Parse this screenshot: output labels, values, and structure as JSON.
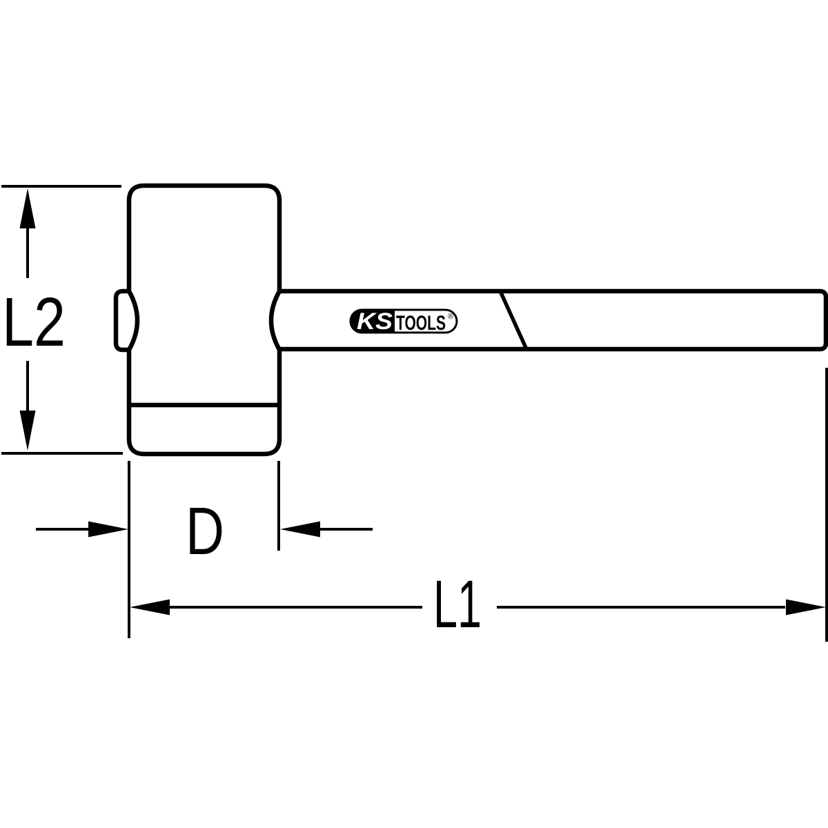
{
  "drawing": {
    "kind": "technical-dimension-drawing",
    "subject": "rubber mallet side view",
    "background_color": "#ffffff",
    "line_color": "#000000"
  },
  "dimension_labels": {
    "head_length": "L2",
    "head_diameter": "D",
    "total_length": "L1"
  },
  "logo": {
    "brand_left": "KS",
    "brand_right": "TOOLS",
    "registered_mark": "®"
  }
}
